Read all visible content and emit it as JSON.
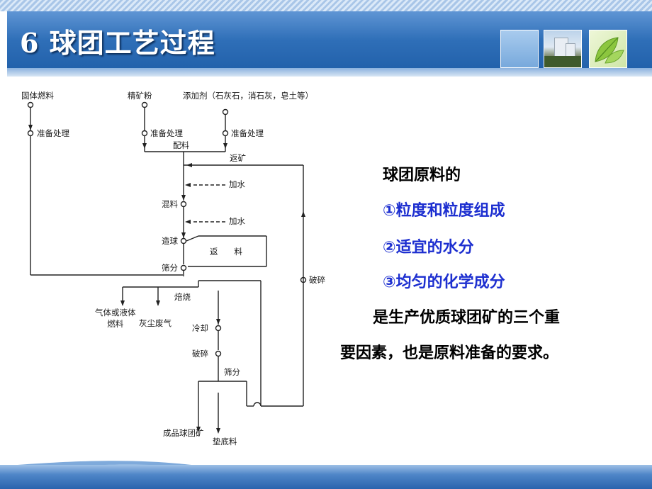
{
  "slide": {
    "title": "6 球团工艺过程"
  },
  "diagram": {
    "labels": {
      "solid_fuel": "固体燃料",
      "concentrate": "精矿粉",
      "additives": "添加剂（石灰石，消石灰，皂土等）",
      "prep1": "准备处理",
      "prep2": "准备处理",
      "prep3": "准备处理",
      "batching": "配料",
      "return_ore": "返矿",
      "add_water1": "加水",
      "mixing": "混料",
      "add_water2": "加水",
      "balling": "造球",
      "return_material": "返　　料",
      "screening1": "筛分",
      "crushing1": "破碎",
      "roasting": "焙烧",
      "fuel": "气体或液体\n燃料",
      "dust_gas": "灰尘废气",
      "cooling": "冷却",
      "crushing2": "破碎",
      "screening2": "筛分",
      "product": "成品球团矿",
      "bedding": "垫底料"
    }
  },
  "text_panel": {
    "intro": "球团原料的",
    "items": [
      "①粒度和粒度组成",
      "②适宜的水分",
      "③均匀的化学成分"
    ],
    "conclusion_line1": "是生产优质球团矿的三个重",
    "conclusion_line2": "要因素，也是原料准备的要求。"
  },
  "colors": {
    "header": "#2f6fb8",
    "item_text": "#1d2fd0"
  },
  "icons": [
    "building-photo-icon",
    "leaf-photo-icon"
  ]
}
